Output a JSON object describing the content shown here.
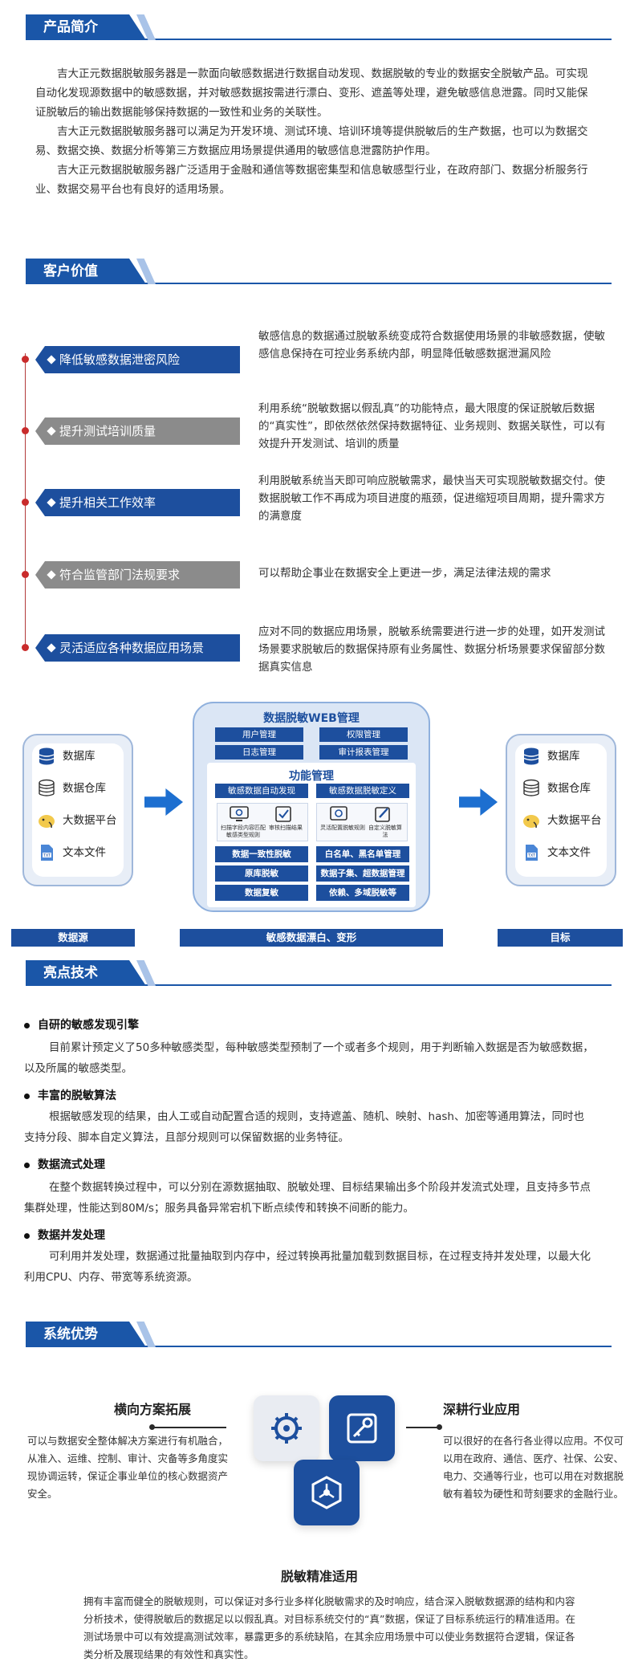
{
  "sections": {
    "intro": "产品简介",
    "value": "客户价值",
    "tech": "亮点技术",
    "adv": "系统优势"
  },
  "intro": {
    "p1": "吉大正元数据脱敏服务器是一款面向敏感数据进行数据自动发现、数据脱敏的专业的数据安全脱敏产品。可实现自动化发现源数据中的敏感数据，并对敏感数据按需进行漂白、变形、遮盖等处理，避免敏感信息泄露。同时又能保证脱敏后的输出数据能够保持数据的一致性和业务的关联性。",
    "p2": "吉大正元数据脱敏服务器可以满足为开发环境、测试环境、培训环境等提供脱敏后的生产数据，也可以为数据交易、数据交换、数据分析等第三方数据应用场景提供通用的敏感信息泄露防护作用。",
    "p3": "吉大正元数据脱敏服务器广泛适用于金融和通信等数据密集型和信息敏感型行业，在政府部门、数据分析服务行业、数据交易平台也有良好的适用场景。"
  },
  "value": [
    {
      "tag": "降低敏感数据泄密风险",
      "desc": "敏感信息的数据通过脱敏系统变成符合数据使用场景的非敏感数据，使敏感信息保持在可控业务系统内部，明显降低敏感数据泄漏风险"
    },
    {
      "tag": "提升测试培训质量",
      "desc": "利用系统“脱敏数据以假乱真”的功能特点，最大限度的保证脱敏后数据的“真实性”，即依然依然保持数据特征、业务规则、数据关联性，可以有效提升开发测试、培训的质量"
    },
    {
      "tag": "提升相关工作效率",
      "desc": "利用脱敏系统当天即可响应脱敏需求，最快当天可实现脱敏数据交付。使数据脱敏工作不再成为项目进度的瓶颈，促进缩短项目周期，提升需求方的满意度"
    },
    {
      "tag": "符合监管部门法规要求",
      "desc": "可以帮助企事业在数据安全上更进一步，满足法律法规的需求"
    },
    {
      "tag": "灵活适应各种数据应用场景",
      "desc": "应对不同的数据应用场景，脱敏系统需要进行进一步的处理，如开发测试场景要求脱敏后的数据保持原有业务属性、数据分析场景要求保留部分数据真实信息"
    }
  ],
  "diagram": {
    "sources": [
      "数据库",
      "数据仓库",
      "大数据平台",
      "文本文件"
    ],
    "targets": [
      "数据库",
      "数据仓库",
      "大数据平台",
      "文本文件"
    ],
    "web_title": "数据脱敏WEB管理",
    "web_btns": [
      "用户管理",
      "权限管理",
      "日志管理",
      "审计报表管理"
    ],
    "func_title": "功能管理",
    "func_tabs": [
      "敏感数据自动发现",
      "敏感数据脱敏定义"
    ],
    "icon_labels": [
      "扫描字段内容匹配敏感类型规则",
      "审核扫描结果",
      "灵活配置脱敏规则",
      "自定义脱敏算法"
    ],
    "func_btns": [
      "数据一致性脱敏",
      "白名单、黑名单管理",
      "原库脱敏",
      "数据子集、超数据管理",
      "数据复敏",
      "依赖、多域脱敏等"
    ],
    "bars": [
      "数据源",
      "敏感数据漂白、变形",
      "目标"
    ]
  },
  "tech": [
    {
      "title": "自研的敏感发现引擎",
      "text": "目前累计预定义了50多种敏感类型，每种敏感类型预制了一个或者多个规则，用于判断输入数据是否为敏感数据，以及所属的敏感类型。"
    },
    {
      "title": "丰富的脱敏算法",
      "text": "根据敏感发现的结果，由人工或自动配置合适的规则，支持遮盖、随机、映射、hash、加密等通用算法，同时也支持分段、脚本自定义算法，且部分规则可以保留数据的业务特征。"
    },
    {
      "title": "数据流式处理",
      "text": "在整个数据转换过程中，可以分别在源数据抽取、脱敏处理、目标结果输出多个阶段并发流式处理，且支持多节点集群处理，性能达到80M/s；服务具备异常宕机下断点续传和转换不间断的能力。"
    },
    {
      "title": "数据并发处理",
      "text": "可利用并发处理，数据通过批量抽取到内存中，经过转换再批量加载到数据目标，在过程支持并发处理，以最大化利用CPU、内存、带宽等系统资源。"
    }
  ],
  "adv": {
    "left_title": "横向方案拓展",
    "left_text": "可以与数据安全整体解决方案进行有机融合，从准入、运维、控制、审计、灾备等多角度实现协调运转，保证企事业单位的核心数据资产安全。",
    "right_title": "深耕行业应用",
    "right_text": "可以很好的在各行各业得以应用。不仅可以用在政府、通信、医疗、社保、公安、电力、交通等行业，也可以用在对数据脱敏有着较为硬性和苛刻要求的金融行业。",
    "bottom_title": "脱敏精准适用",
    "bottom_text": "拥有丰富而健全的脱敏规则，可以保证对多行业多样化脱敏需求的及时响应，结合深入脱敏数据源的结构和内容分析技术，使得脱敏后的数据足以以假乱真。对目标系统交付的“真”数据，保证了目标系统运行的精准适用。在测试场景中可以有效提高测试效率，暴露更多的系统缺陷，在其余应用场景中可以使业务数据符合逻辑，保证各类分析及展现结果的有效性和真实性。"
  },
  "colors": {
    "primary": "#1d4f9e",
    "accent": "#c92b2b",
    "gray": "#8b8b8b"
  }
}
